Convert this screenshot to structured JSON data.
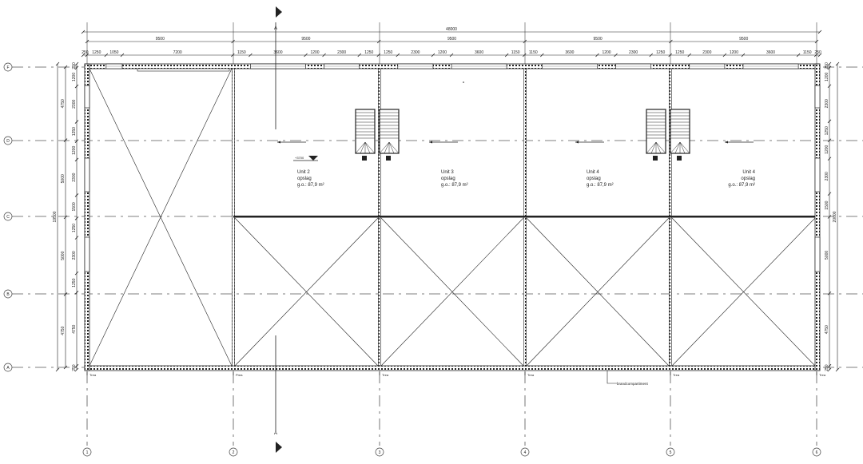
{
  "grid": {
    "columns": [
      "1",
      "2",
      "3",
      "4",
      "5",
      "6"
    ],
    "rows": [
      "F",
      "D",
      "C",
      "B",
      "A"
    ]
  },
  "dimensions": {
    "top_total": "48000",
    "top_bays": [
      "9500",
      "9500",
      "9500",
      "9500",
      "9500"
    ],
    "top_detail": [
      "250",
      "1250",
      "1050",
      "7200",
      "1150",
      "3600",
      "1200",
      "2300",
      "1250",
      "1250",
      "2300",
      "1200",
      "3600",
      "1150",
      "1150",
      "3600",
      "1200",
      "2300",
      "1250",
      "1250",
      "2300",
      "1200",
      "3600",
      "1150",
      "250"
    ],
    "left_total": "19500",
    "left_bays": [
      "4750",
      "5000",
      "5000",
      "4750"
    ],
    "left_detail": [
      "250",
      "1200",
      "2300",
      "1250",
      "1200",
      "2300",
      "1500",
      "1250",
      "2300",
      "1250",
      "4750",
      "250"
    ],
    "right_total": "20000",
    "right_detail": [
      "250",
      "1200",
      "2300",
      "1250",
      "1200",
      "2300",
      "1500",
      "5000",
      "4750",
      "250"
    ]
  },
  "section_marker": "A",
  "level_marker": "+3700",
  "units": [
    {
      "name": "Unit 2",
      "use": "opslag",
      "area": "g.o.: 87,9 m²"
    },
    {
      "name": "Unit 3",
      "use": "opslag",
      "area": "g.o.: 87,9 m²"
    },
    {
      "name": "Unit 4",
      "use": "opslag",
      "area": "g.o.: 87,9 m²"
    },
    {
      "name": "Unit 4",
      "use": "opslag",
      "area": "g.o.: 87,9 m²"
    }
  ],
  "column_notes": [
    "Trea",
    "Prea",
    "Trea",
    "Trea",
    "Trea",
    "Trea"
  ],
  "fire_compartment_label": "brandcompartiment",
  "colors": {
    "line": "#222222",
    "grid": "#555555"
  }
}
